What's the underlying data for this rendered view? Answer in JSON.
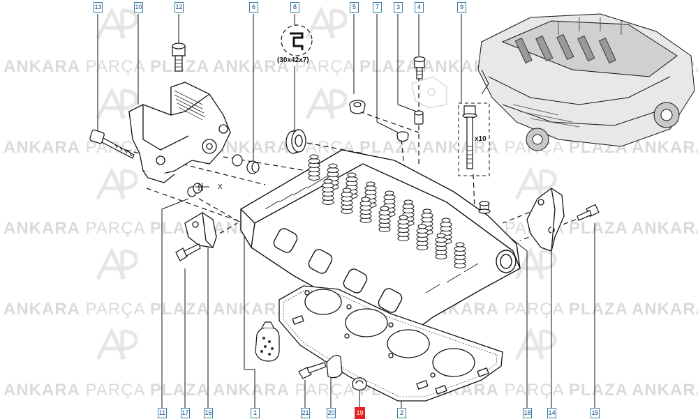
{
  "watermark": {
    "logo_text": "AP",
    "word1": "ANKARA",
    "word2": "PARÇA",
    "word3": "PLAZA"
  },
  "callouts": {
    "c13": "13",
    "c10": "10",
    "c12": "12",
    "c6": "6",
    "c8": "8",
    "c5": "5",
    "c7": "7",
    "c3": "3",
    "c4": "4",
    "c9": "9",
    "c11": "11",
    "c17": "17",
    "c16": "16",
    "c1": "1",
    "c21": "21",
    "c20": "20",
    "c19": "19",
    "c2": "2",
    "c18": "18",
    "c14": "14",
    "c15": "15"
  },
  "highlighted_callout": "19",
  "seal_dimension": "(30x42x7)",
  "bolt_quantity": "x10",
  "axis_label": "X",
  "highlight_color": "#e32222",
  "callout_border_color": "#2e7fa5"
}
